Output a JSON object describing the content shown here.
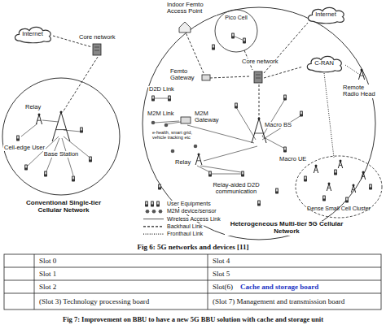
{
  "diagram": {
    "caption": "Fig 6: 5G networks and devices [11]",
    "nodes": [
      {
        "text": [
          "Internet"
        ]
      },
      {
        "text": [
          "Internet"
        ]
      },
      {
        "text": [
          "C-RAN"
        ]
      },
      {
        "text": [
          "Pico Cell"
        ]
      },
      {
        "text": [
          "Dense Small Cell Cluster"
        ]
      }
    ],
    "labels": [
      "Core network",
      "Relay",
      "Base Station",
      "Cell-edge User",
      "Conventional Single-tier Cellular Network",
      "Indoor Femto Access Point",
      "Core network",
      "Remote Radio Head",
      "Femto Gateway",
      "D2D Link",
      "M2M Link",
      "M2M Gateway",
      "e-health, smart grid, vehicle tracking etc",
      "Relay",
      "Macro BS",
      "Macro UE",
      "Relay-aided D2D communication",
      "Heterogeneous Multi-tier 5G Cellular Network",
      "Slot 0",
      "Slot 4",
      "Slot 1",
      "Slot 5",
      "Slot 2",
      "Slot(6)",
      "Cache and storage board",
      "(Slot 3) Technology processing board",
      "(Slot 7) Management and transmission board",
      "Fig 7: Improvement on BBU to have a new 5G BBU solution with cache and storage unit"
    ],
    "legend": [
      {
        "text": "User Equipments"
      },
      {
        "text": "M2M device/sensor"
      },
      {
        "text": "Wireless Access Link"
      },
      {
        "text": "Backhaul Link"
      },
      {
        "text": "Fronthaul Link"
      }
    ]
  }
}
